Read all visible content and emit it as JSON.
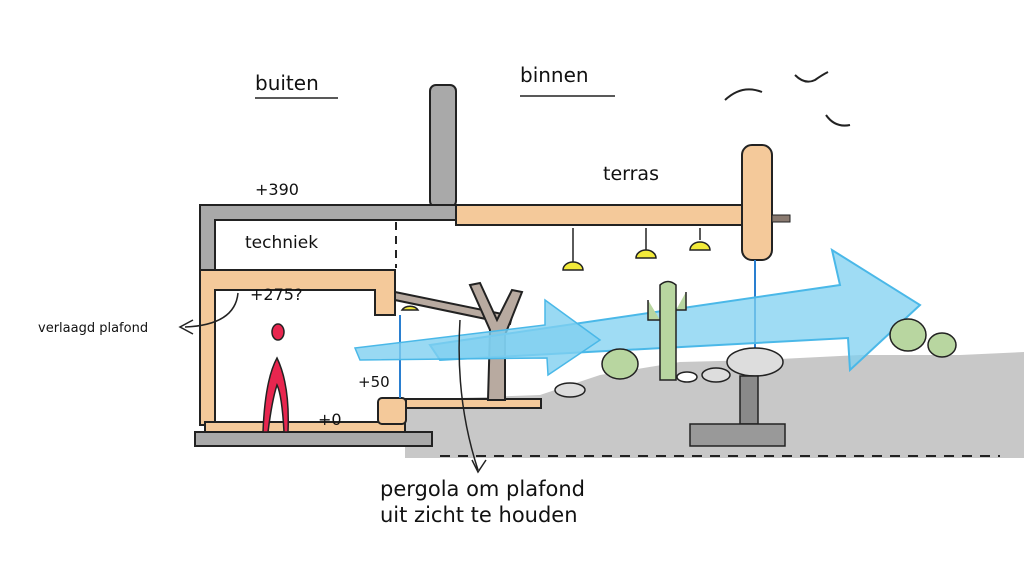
{
  "labels": {
    "outside": "buiten",
    "inside": "binnen",
    "terrace": "terras",
    "level_roof": "+390",
    "technical_space": "techniek",
    "level_ceiling": "+275?",
    "lowered_ceiling": "verlaagd plafond",
    "level_sill": "+50",
    "level_floor": "+0",
    "pergola_note_line1": "pergola om plafond",
    "pergola_note_line2": "uit zicht te houden"
  },
  "colors": {
    "concrete": "#a9a9a9",
    "wood": "#f4c99a",
    "ground": "#c8c8c8",
    "arrow": "#7fd0f0",
    "lamp": "#f2ea3a",
    "person": "#e8264f",
    "cactus": "#b8d6a0"
  }
}
